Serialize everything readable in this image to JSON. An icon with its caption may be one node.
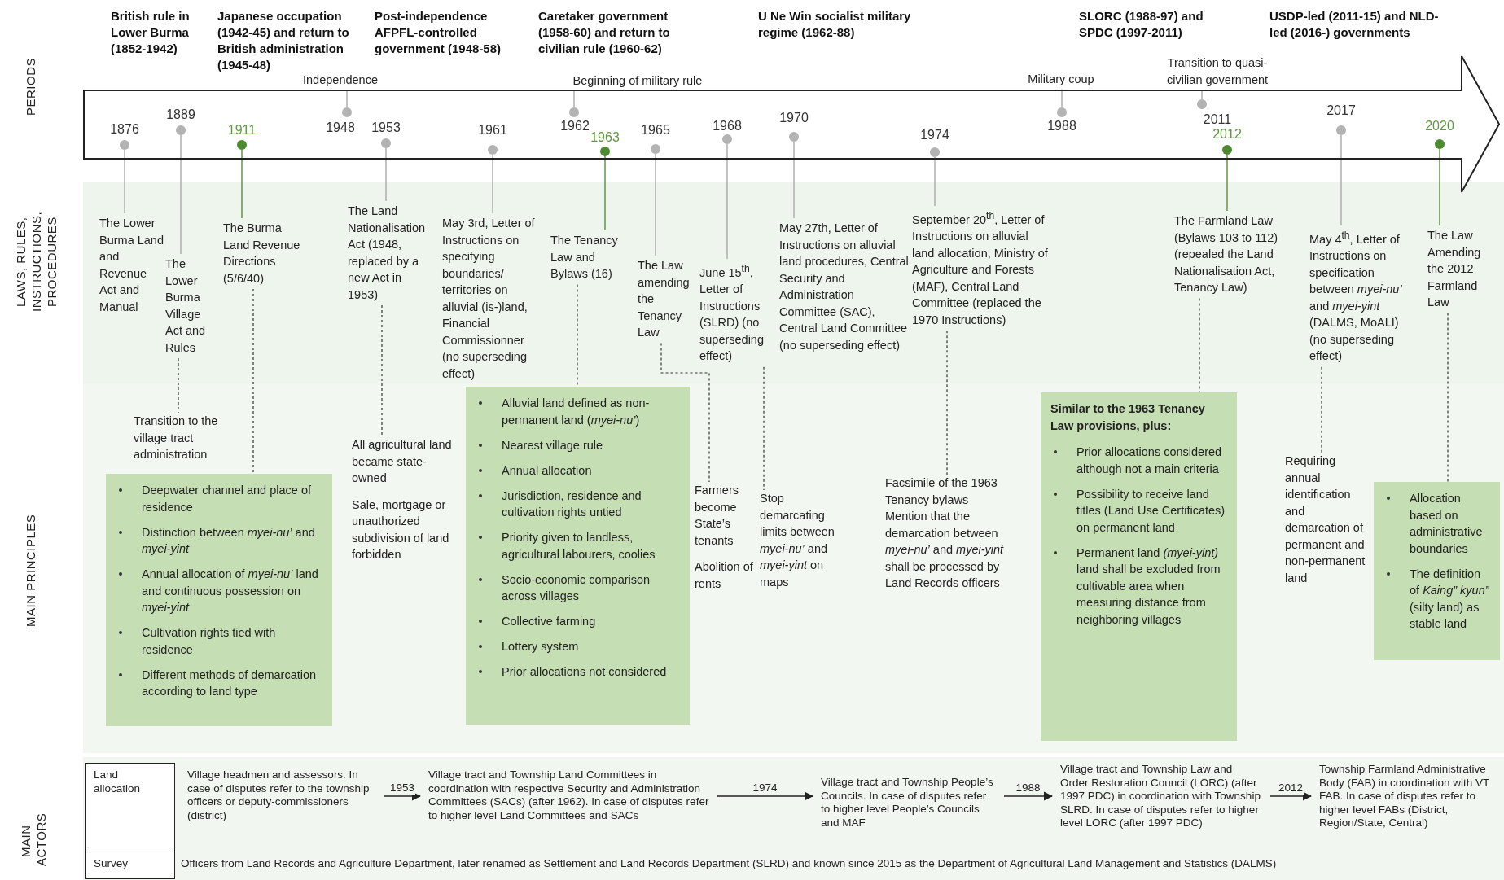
{
  "diagram": {
    "nodes": [
      {
        "text": [],
        "shape": "arrow"
      },
      {
        "text": [
          "1876"
        ],
        "in": 0
      },
      {
        "text": [
          "1889"
        ],
        "in": 0
      },
      {
        "text": [
          "1911"
        ],
        "in": 0
      },
      {
        "text": [
          "1948"
        ],
        "in": 0
      },
      {
        "text": [
          "1953"
        ],
        "in": 0
      },
      {
        "text": [
          "1961"
        ],
        "in": 0
      },
      {
        "text": [
          "1962"
        ],
        "in": 0
      },
      {
        "text": [
          "1963"
        ],
        "in": 0
      },
      {
        "text": [
          "1965"
        ],
        "in": 0
      },
      {
        "text": [
          "1968"
        ],
        "in": 0
      },
      {
        "text": [
          "1970"
        ],
        "in": 0
      },
      {
        "text": [
          "1974"
        ],
        "in": 0
      },
      {
        "text": [
          "1988"
        ],
        "in": 0
      },
      {
        "text": [
          "2011"
        ],
        "in": 0
      },
      {
        "text": [
          "2012"
        ],
        "in": 0
      },
      {
        "text": [
          "2017"
        ],
        "in": 0
      },
      {
        "text": [
          "2020"
        ],
        "in": 0
      },
      {
        "text": [
          "Independence"
        ]
      },
      {
        "text": [
          "Beginning of military rule"
        ]
      },
      {
        "text": [
          "Military coup"
        ]
      },
      {
        "text": [
          "Transition to quasi-civilian government"
        ]
      },
      {
        "text": [
          "The Lower Burma Land and Revenue Act and Manual"
        ]
      },
      {
        "text": [
          "The Lower Burma Village Act and Rules"
        ]
      },
      {
        "text": [
          "The Burma Land Revenue Directions (5/6/40)"
        ]
      },
      {
        "text": [
          "The Land Nationalisation Act (1948, replaced by a new Act in 1953)"
        ]
      },
      {
        "text": [
          "May 3rd, Letter of Instructions on specifying boundaries/ territories on alluvial (is-)land, Financial Commissionner (no superseding effect)"
        ]
      },
      {
        "text": [
          "The Tenancy Law and Bylaws (16)"
        ]
      },
      {
        "text": [
          "The Law amending the Tenancy Law"
        ]
      },
      {
        "text": [
          "June 15$^{th}$, Letter of Instructions (SLRD) (no superseding effect)"
        ]
      },
      {
        "text": [
          "May 27th, Letter of Instructions on alluvial land procedures, Central Security and Administration Committee (SAC), Central Land Committee (no superseding effect)"
        ]
      },
      {
        "text": [
          "September 20$^{th}$, Letter of Instructions on alluvial land allocation, Ministry of Agriculture and Forests (MAF), Central Land Committee (replaced the 1970 Instructions)"
        ]
      },
      {
        "text": [
          "The Farmland Law (Bylaws 103 to 112) (repealed the Land Nationalisation Act, Tenancy Law)"
        ]
      },
      {
        "text": [
          "May 4$^{th}$, Letter of Instructions on specification between *myei-nu’* and *myei-yint* (DALMS, MoALI) (no superseding effect)"
        ]
      },
      {
        "text": [
          "The Law Amending the 2012 Farmland Law"
        ]
      },
      {
        "text": [
          "Transition to the village tract administration"
        ]
      },
      {
        "text": [
          "Deepwater channel and place of residence",
          "Distinction between *myei-nu’* and *myei-yint*",
          "Annual allocation of *myei-nu’* land and continuous possession on *myei-yint*",
          "Cultivation rights tied with residence",
          "Different methods of demarcation according to land type"
        ]
      },
      {
        "text": [
          "All agricultural land became state-owned",
          "Sale, mortgage or unauthorized subdivision of land forbidden"
        ]
      },
      {
        "text": [
          "Alluvial land defined as non-permanent land (*myei-nu’*)",
          "Nearest village rule",
          "Annual allocation",
          "Jurisdiction, residence and cultivation rights untied",
          "Priority given to landless, agricultural labourers, coolies",
          "Socio-economic comparison across villages",
          "Collective farming",
          "Lottery system",
          "Prior allocations not considered"
        ]
      },
      {
        "text": [
          "Farmers become State’s tenants",
          "Abolition of rents"
        ]
      },
      {
        "text": [
          "Stop demarcating limits between *myei-nu’* and *myei-yint* on maps"
        ]
      },
      {
        "text": [
          "Facsimile of the 1963 Tenancy bylaws",
          "Mention that the demarcation between *myei-nu’* and *myei-yint* shall be processed by Land Records officers"
        ]
      },
      {
        "text": [
          "Similar to the 1963 Tenancy Law provisions, plus:",
          "Prior allocations considered although not a main criteria",
          "Possibility to receive land titles (Land Use Certificates) on permanent land",
          "Permanent land *(myei-yint)* land shall be excluded from cultivable area when measuring distance from neighboring villages"
        ]
      },
      {
        "text": [
          "Requiring annual identification and demarcation of permanent and non-permanent land"
        ]
      },
      {
        "text": [
          "Allocation based on administrative boundaries",
          "The definition of *Kaing” kyun”* (silty land) as stable land"
        ]
      },
      {
        "text": [
          "Land allocation"
        ]
      },
      {
        "text": [
          "Survey"
        ],
        "beside": [
          "Officers from Land Records and Agriculture Department, later renamed as Settlement and Land Records Department (SLRD) and known since 2015 as the Department of Agricultural Land Management and Statistics (DALMS)"
        ]
      },
      {
        "text": [
          "Village headmen and assessors. In case of disputes refer to the township officers or deputy-commissioners (district)"
        ]
      },
      {
        "text": [
          "Village tract and Township Land Committees in coordination with respective Security and Administration Committees (SACs) (after 1962). In case of disputes refer to higher level Land Committees and SACs"
        ]
      },
      {
        "text": [
          "Village tract and Township People’s Councils. In case of disputes refer to higher level People’s Councils and MAF"
        ]
      },
      {
        "text": [
          "Village tract and Township Law and Order Restoration Council (LORC) (after 1997 PDC) in coordination with Township SLRD. In case of disputes refer to higher level LORC (after 1997 PDC)"
        ]
      },
      {
        "text": [
          "Township Farmland Administrative Body (FAB) in coordination with VT FAB. In case of disputes refer to higher level FABs (District, Region/State, Central)"
        ]
      }
    ],
    "edges": [
      {
        "from": 18,
        "to": 4,
        "arrow": "none"
      },
      {
        "from": 19,
        "to": 7,
        "arrow": "none"
      },
      {
        "from": 20,
        "to": 13,
        "arrow": "none"
      },
      {
        "from": 21,
        "to": 14,
        "arrow": "none"
      },
      {
        "from": 1,
        "to": 22,
        "arrow": "none"
      },
      {
        "from": 2,
        "to": 23,
        "arrow": "none"
      },
      {
        "from": 3,
        "to": 24,
        "arrow": "none",
        "color": "#5b8c3e"
      },
      {
        "from": 5,
        "to": 25,
        "arrow": "none"
      },
      {
        "from": 6,
        "to": 26,
        "arrow": "none"
      },
      {
        "from": 8,
        "to": 27,
        "arrow": "none",
        "color": "#5b8c3e"
      },
      {
        "from": 9,
        "to": 28,
        "arrow": "none"
      },
      {
        "from": 10,
        "to": 29,
        "arrow": "none"
      },
      {
        "from": 11,
        "to": 30,
        "arrow": "none"
      },
      {
        "from": 12,
        "to": 31,
        "arrow": "none"
      },
      {
        "from": 15,
        "to": 32,
        "arrow": "none",
        "color": "#5b8c3e"
      },
      {
        "from": 16,
        "to": 33,
        "arrow": "none"
      },
      {
        "from": 17,
        "to": 34,
        "arrow": "none",
        "color": "#5b8c3e"
      },
      {
        "from": 23,
        "to": 35,
        "arrow": "none",
        "style": "dashed",
        "color": "#333333"
      },
      {
        "from": 24,
        "to": 36,
        "arrow": "none",
        "style": "dashed",
        "color": "#333333"
      },
      {
        "from": 25,
        "to": 37,
        "arrow": "none",
        "style": "dashed",
        "color": "#333333"
      },
      {
        "from": 27,
        "to": 38,
        "arrow": "none",
        "style": "dashed",
        "color": "#333333"
      },
      {
        "from": 28,
        "to": 39,
        "arrow": "none",
        "style": "dashed",
        "color": "#333333"
      },
      {
        "from": 29,
        "to": 40,
        "arrow": "none",
        "style": "dashed",
        "color": "#333333"
      },
      {
        "from": 31,
        "to": 41,
        "arrow": "none",
        "style": "dashed",
        "color": "#333333"
      },
      {
        "from": 32,
        "to": 42,
        "arrow": "none",
        "style": "dashed",
        "color": "#333333"
      },
      {
        "from": 33,
        "to": 43,
        "arrow": "none",
        "style": "dashed",
        "color": "#333333"
      },
      {
        "from": 34,
        "to": 44,
        "arrow": "none",
        "style": "dashed",
        "color": "#333333"
      },
      {
        "from": 47,
        "to": 48,
        "arrow": "to",
        "label": "1953",
        "color": "#222222"
      },
      {
        "from": 48,
        "to": 49,
        "arrow": "to",
        "label": "1974",
        "color": "#222222"
      },
      {
        "from": 49,
        "to": 50,
        "arrow": "to",
        "label": "1988",
        "color": "#222222"
      },
      {
        "from": 50,
        "to": 51,
        "arrow": "to",
        "label": "2012",
        "color": "#222222"
      }
    ],
    "labels": [
      "British rule in Lower Burma (1852-1942)",
      "Japanese occupation (1942-45) and return to British administration (1945-48)",
      "Post-independence AFPFL-controlled government (1948-58)",
      "Caretaker government (1958-60) and return to civilian rule (1960-62)",
      "U Ne Win socialist military regime (1962-88)",
      "SLORC (1988-97) and SPDC (1997-2011)",
      "USDP-led (2011-15) and NLD-led (2016-) governments",
      "PERIODS",
      "LAWS, RULES, INSTRUCTIONS, PROCEDURES",
      "MAIN PRINCIPLES",
      "MAIN ACTORS"
    ]
  }
}
